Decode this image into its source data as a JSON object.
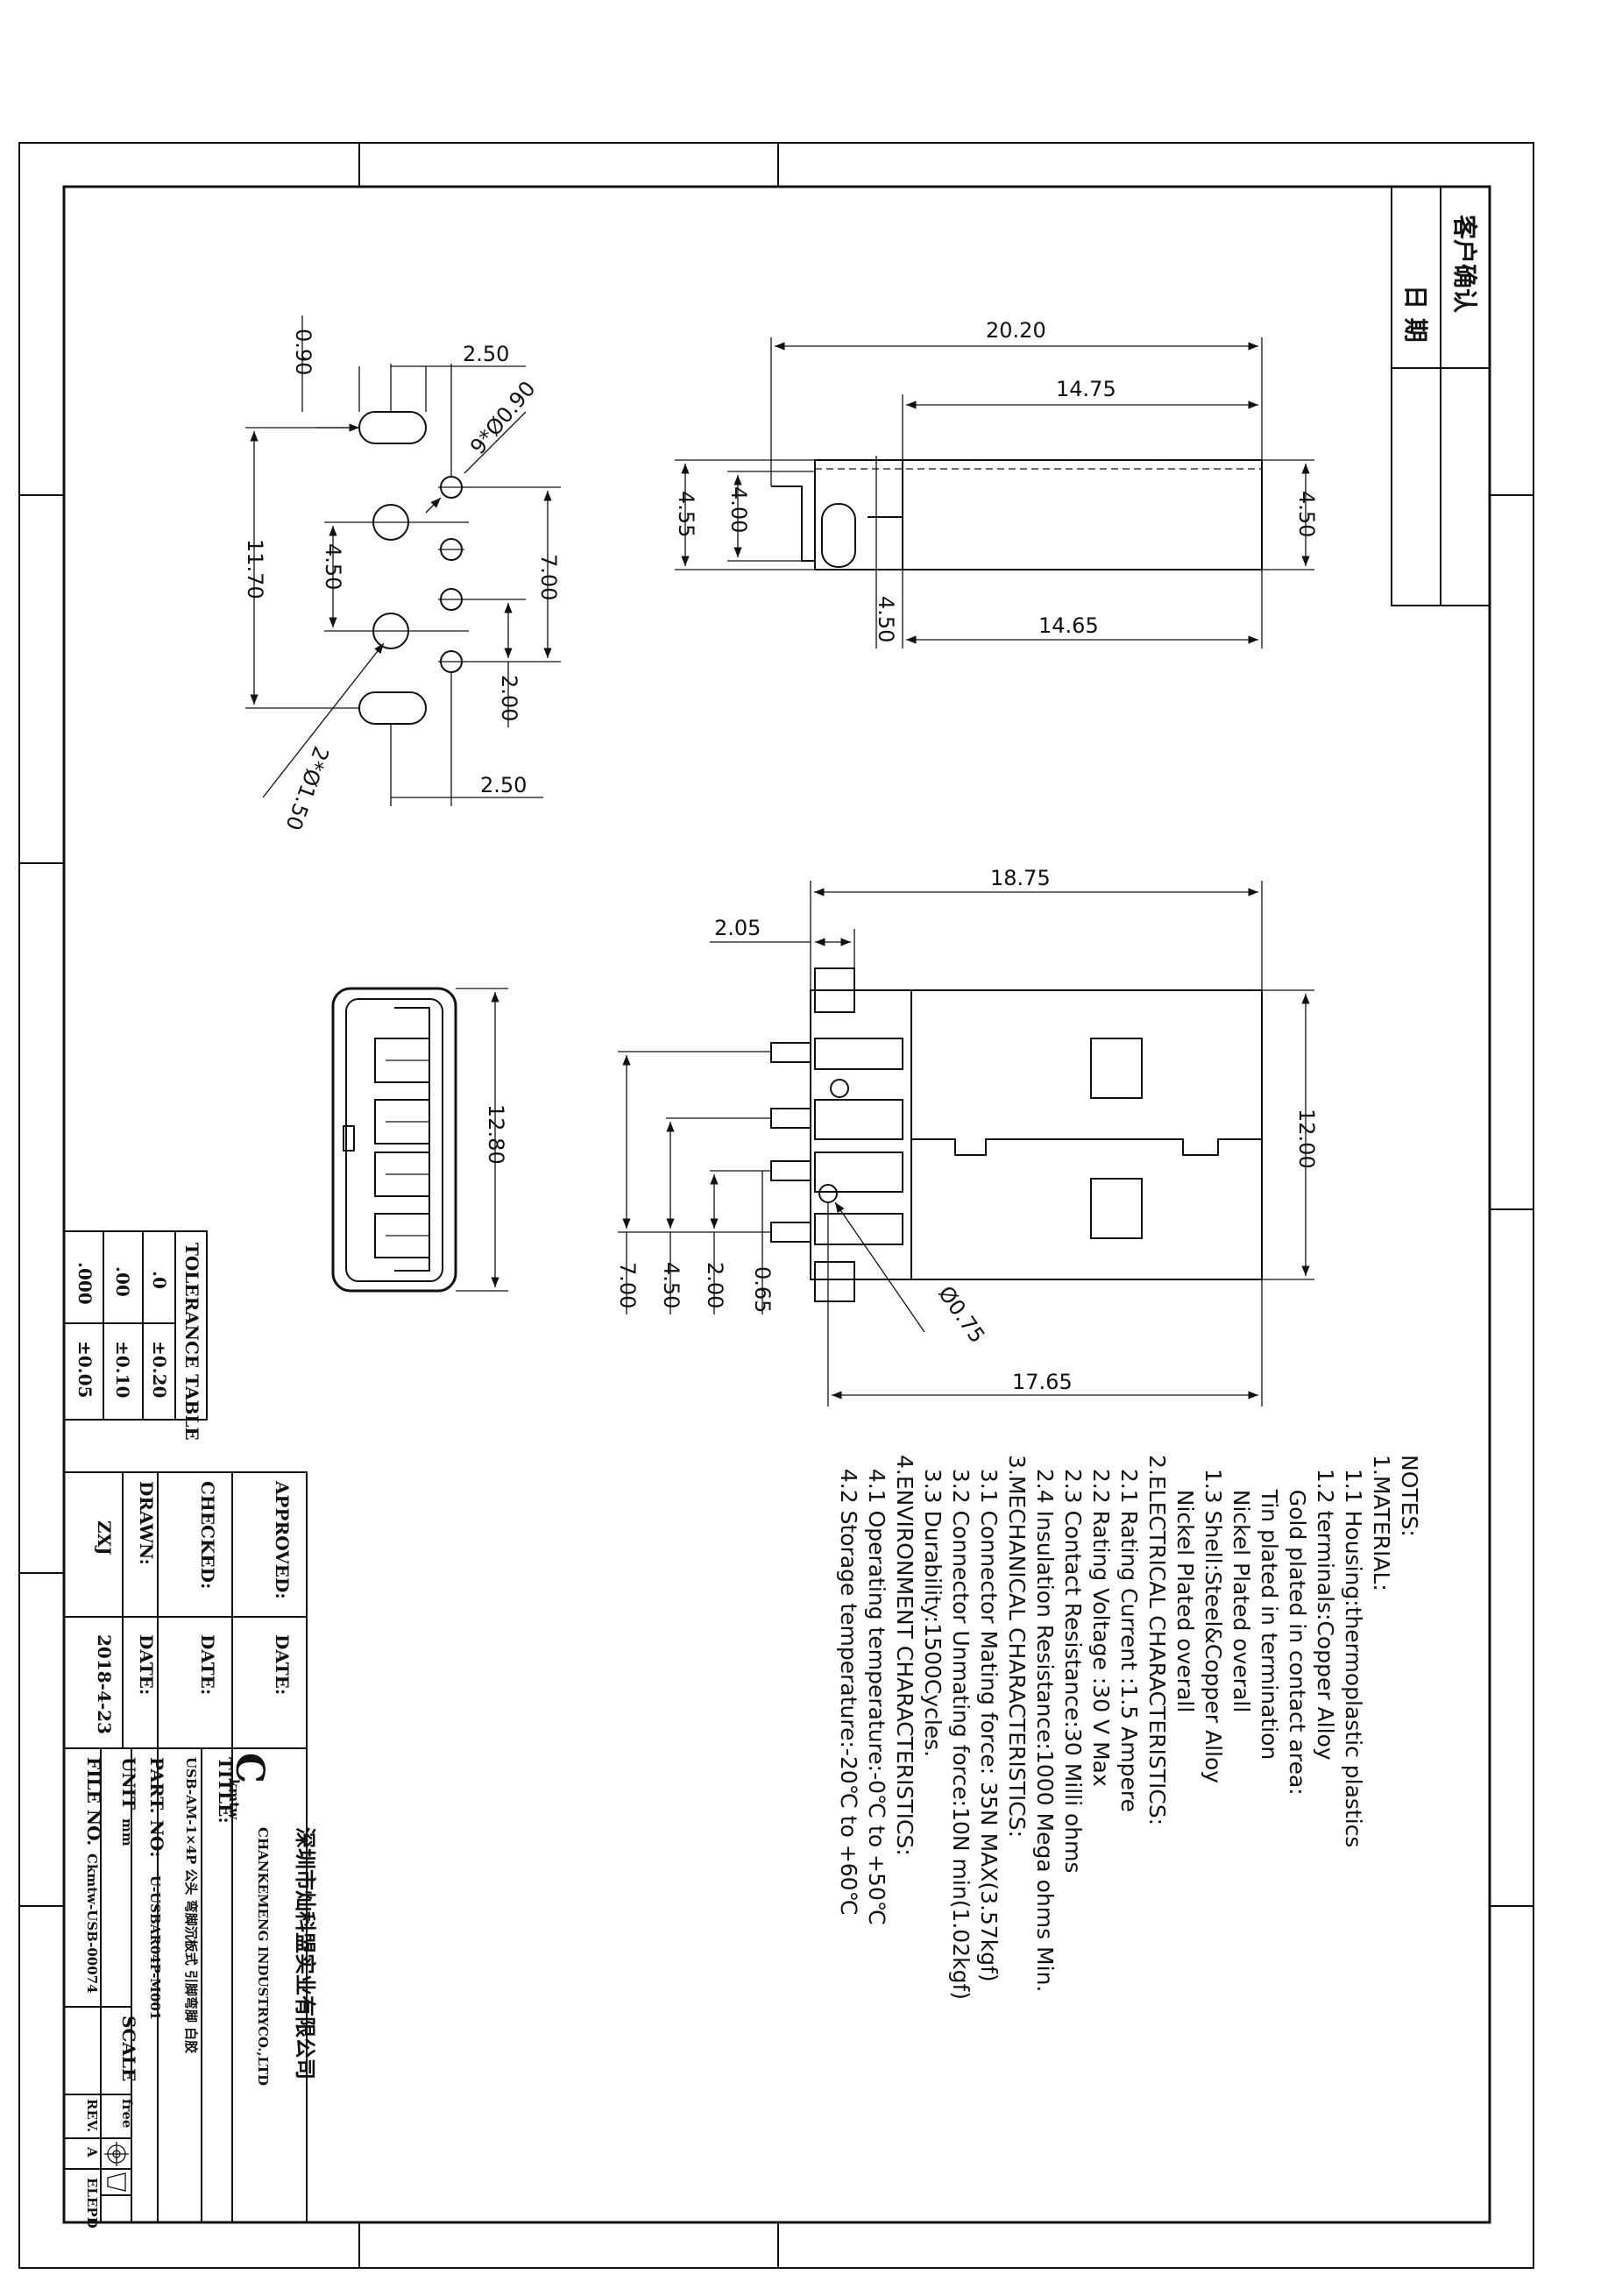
{
  "customer_box": {
    "confirm": "客户确认",
    "date": "日 期"
  },
  "top_view": {
    "d_090": "0.90",
    "d_250_top": "2.50",
    "d_960": "9*Ø0.90",
    "d_1170": "11.70",
    "d_450": "4.50",
    "d_700": "7.00",
    "d_200": "2.00",
    "d_215": "2*Ø1.50",
    "d_250_bot": "2.50"
  },
  "side_view": {
    "d_2020": "20.20",
    "d_1475": "14.75",
    "d_455": "4.55",
    "d_400": "4.00",
    "d_450_right": "4.50",
    "d_450_bot": "4.50",
    "d_1465": "14.65"
  },
  "front_view": {
    "d_1280": "12.80"
  },
  "plan_view": {
    "d_1875": "18.75",
    "d_205": "2.05",
    "d_1200": "12.00",
    "d_065": "0.65",
    "d_200": "2.00",
    "d_450": "4.50",
    "d_700": "7.00",
    "d_075": "Ø0.75",
    "d_1765": "17.65"
  },
  "notes": [
    "NOTES:",
    "1.MATERIAL:",
    "  1.1 Housing:thermoplastic plastics",
    "  1.2 terminals:Copper Alloy",
    "     Gold plated in contact area:",
    "     Tin plated in termination",
    "     Nickel Plated overall",
    "  1.3 Shell:Steel&Copper Alloy",
    "     Nickel Plated overall",
    "2.ELECTRICAL CHARACTERISTICS:",
    "  2.1 Rating Current :1.5 Ampere",
    "  2.2 Rating Voltage :30 V Max",
    "  2.3 Contact Resistance:30 Milli ohms",
    "  2.4 Insulation Resistance:1000 Mega ohms Min.",
    "3.MECHANICAL CHARACTERISTICS:",
    "  3.1 Connector Mating force: 35N MAX(3.57kgf)",
    "  3.2 Connector Unmating force:10N min(1.02kgf)",
    "  3.3 Durability:1500Cycles.",
    "4.ENVIRONMENT CHARACTERISTICS:",
    "  4.1 Operating temperature:-0℃ to +50℃",
    "  4.2 Storage temperature:-20℃ to +60℃"
  ],
  "tolerance": {
    "title": "TOLERANCE TABLE",
    "rows": [
      {
        "k": ".0",
        "v": "±0.20"
      },
      {
        "k": ".00",
        "v": "±0.10"
      },
      {
        "k": ".000",
        "v": "±0.05"
      }
    ]
  },
  "title_block": {
    "approved": "APPROVED:",
    "checked": "CHECKED:",
    "drawn": "DRAWN:",
    "drawer": "ZXJ",
    "date1": "DATE:",
    "date2": "DATE:",
    "date3": "DATE:",
    "date_value": "2018-4-23",
    "company_cn": "深圳市灿科盟实业有限公司",
    "company_en": "CHANKEMENG INDUSTRYCO.,LTD",
    "logo_letter": "C",
    "logo_text": "kmtw",
    "title_label": "TITLE:",
    "title_value": "USB-AM-1×4P 公头 弯脚沉板式 引脚弯脚 白胶",
    "part_label": "PART. NO:",
    "part_value": "U-USBAR04P-M001",
    "unit_label": "UNIT",
    "unit_value": "mm",
    "scale_label": "SCALE",
    "scale_value": "free",
    "file_label": "FILE NO.",
    "file_value": "Ckmtw-USB-00074",
    "rev_label": "REV.",
    "rev_value": "A",
    "ref_value": "ELEPD"
  }
}
